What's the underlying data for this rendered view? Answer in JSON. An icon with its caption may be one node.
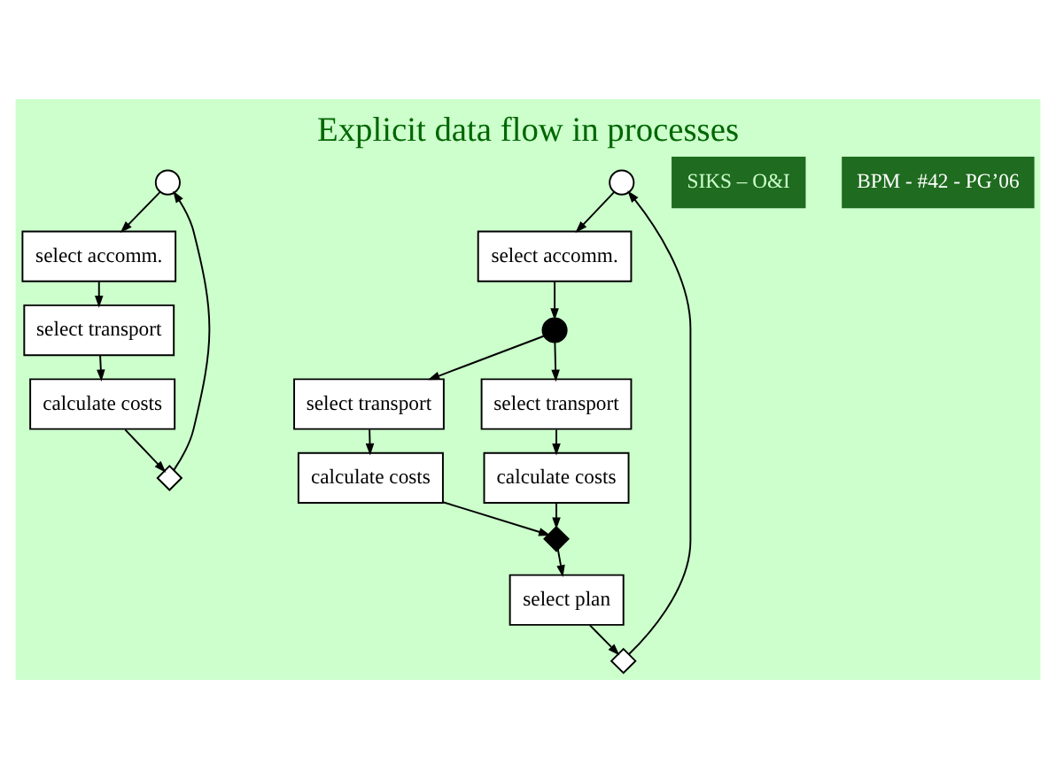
{
  "diagram": {
    "title": "Explicit data flow in processes",
    "nodes": [
      {
        "text": [],
        "shape": "circle"
      },
      {
        "text": [
          "select accomm."
        ]
      },
      {
        "text": [
          "select transport"
        ]
      },
      {
        "text": [
          "calculate costs"
        ]
      },
      {
        "text": [],
        "shape": "diamond"
      },
      {
        "text": [],
        "shape": "circle"
      },
      {
        "text": [
          "select accomm."
        ]
      },
      {
        "text": [],
        "shape": "circle"
      },
      {
        "text": [
          "select transport"
        ]
      },
      {
        "text": [
          "select transport"
        ]
      },
      {
        "text": [
          "calculate costs"
        ]
      },
      {
        "text": [
          "calculate costs"
        ]
      },
      {
        "text": [],
        "shape": "diamond"
      },
      {
        "text": [
          "select plan"
        ]
      },
      {
        "text": [],
        "shape": "diamond"
      }
    ],
    "edges": [
      {
        "from": 0,
        "to": 1,
        "arrow": "to"
      },
      {
        "from": 1,
        "to": 2,
        "arrow": "to"
      },
      {
        "from": 2,
        "to": 3,
        "arrow": "to"
      },
      {
        "from": 3,
        "to": 4,
        "arrow": "to"
      },
      {
        "from": 4,
        "to": 0,
        "arrow": "to"
      },
      {
        "from": 5,
        "to": 6,
        "arrow": "to"
      },
      {
        "from": 6,
        "to": 7,
        "arrow": "to"
      },
      {
        "from": 7,
        "to": 8,
        "arrow": "to"
      },
      {
        "from": 7,
        "to": 9,
        "arrow": "to"
      },
      {
        "from": 8,
        "to": 10,
        "arrow": "to"
      },
      {
        "from": 9,
        "to": 11,
        "arrow": "to"
      },
      {
        "from": 10,
        "to": 12,
        "arrow": "to"
      },
      {
        "from": 11,
        "to": 12,
        "arrow": "to"
      },
      {
        "from": 12,
        "to": 13,
        "arrow": "to"
      },
      {
        "from": 13,
        "to": 14,
        "arrow": "to"
      },
      {
        "from": 14,
        "to": 5,
        "arrow": "to"
      }
    ],
    "labels": [
      "SIKS – O&I",
      "BPM - #42 - PG’06"
    ]
  }
}
